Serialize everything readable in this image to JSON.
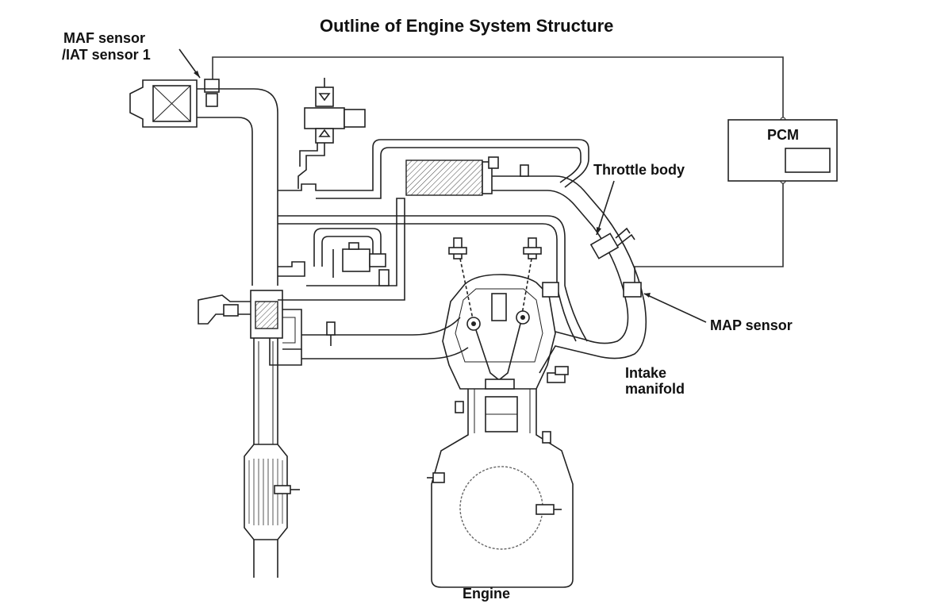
{
  "title": "Outline of Engine System Structure",
  "labels": {
    "maf_line1": "MAF sensor",
    "maf_line2": "/IAT sensor 1",
    "pcm": "PCM",
    "throttle": "Throttle body",
    "map": "MAP sensor",
    "intake_line1": "Intake",
    "intake_line2": "manifold",
    "engine": "Engine"
  },
  "colors": {
    "line": "#222222",
    "background": "#ffffff"
  }
}
